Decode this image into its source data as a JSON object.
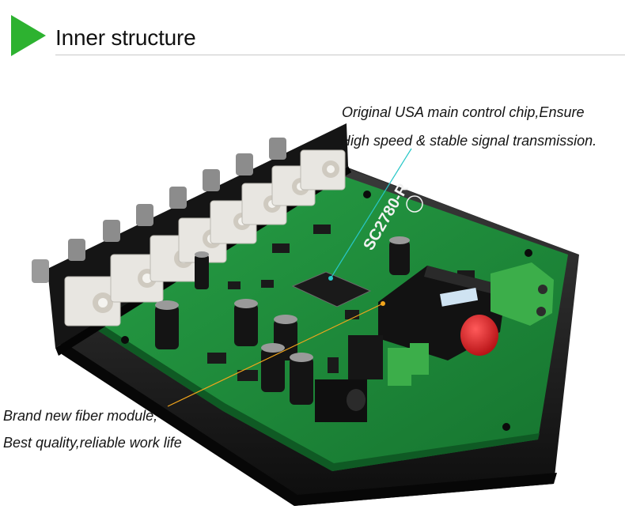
{
  "header": {
    "title": "Inner structure",
    "accent_color": "#2db230"
  },
  "annotations": {
    "chip_line1": "Original USA main control chip,Ensure",
    "chip_line2": "High speed & stable signal transmission.",
    "fiber_line1": "Brand new fiber module,",
    "fiber_line2": "Best quality,reliable work life"
  },
  "board": {
    "silkscreen_model": "SC2780-R",
    "pcb_color": "#1e8a3a",
    "chassis_color": "#1b1b1b",
    "connector_color": "#e8e6e1",
    "fiber_cap_color": "#e0141c",
    "terminal_color": "#3cae4a"
  }
}
